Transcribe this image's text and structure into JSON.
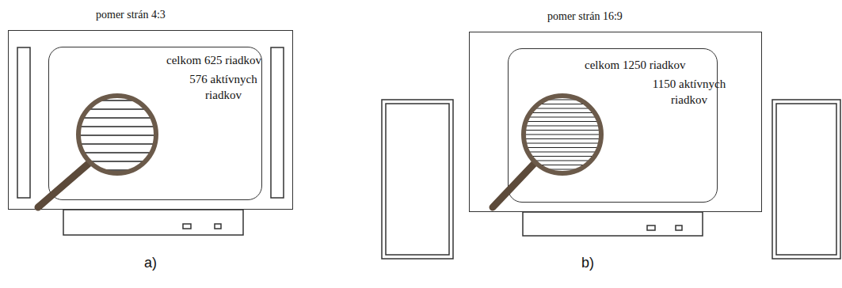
{
  "diagram": {
    "nodes": [
      {
        "text": [
          "pomer strán 4:3"
        ]
      },
      {
        "text": [
          "celkom 625 riadkov",
          "576 aktívnych riadkov"
        ],
        "in": 0
      },
      {
        "text": [
          "pomer strán 16:9"
        ]
      },
      {
        "text": [
          "celkom 1250 riadkov",
          "1150 aktívnych riadkov"
        ],
        "in": 2
      }
    ],
    "labels": [
      "a)",
      "b)"
    ]
  }
}
